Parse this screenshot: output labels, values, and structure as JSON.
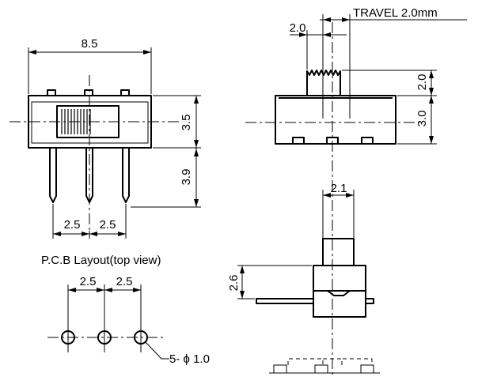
{
  "front_view": {
    "width": "8.5",
    "body_height": "3.5",
    "pin_length": "3.9",
    "pitch_left": "2.5",
    "pitch_right": "2.5"
  },
  "side_view": {
    "travel_label": "TRAVEL 2.0mm",
    "actuator_width": "2.0",
    "actuator_height": "2.0",
    "body_height": "3.0"
  },
  "pcb_layout": {
    "title": "P.C.B Layout(top view)",
    "pitch_left": "2.5",
    "pitch_right": "2.5",
    "hole_spec": "5- ϕ 1.0"
  },
  "bottom_view": {
    "actuator_width": "2.1",
    "height": "2.6"
  }
}
